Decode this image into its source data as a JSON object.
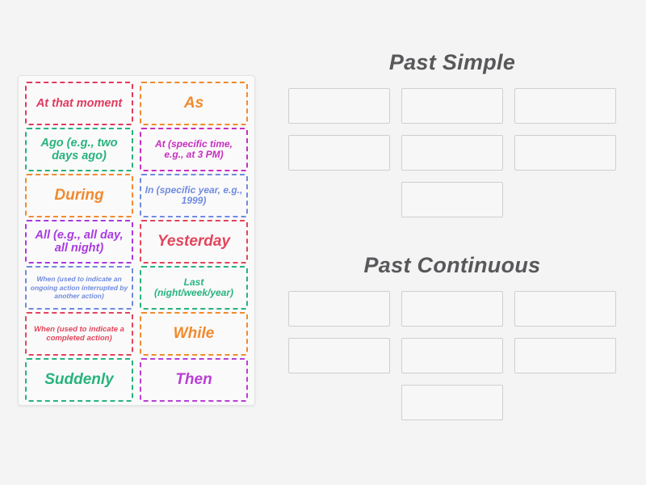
{
  "colors": {
    "page_background": "#f4f4f4",
    "card_background": "#fafafa",
    "heading_text": "#58575a",
    "dropzone_border": "#cfcfcf",
    "dropzone_fill": "#f7f7f7",
    "crimson": "#e03a5f",
    "orange": "#f08a2e",
    "green": "#26b37e",
    "magenta": "#c72fc0",
    "purple": "#a83ae0",
    "blue": "#6f8be0",
    "red": "#e3455c",
    "violet": "#b93fd6"
  },
  "tiles": [
    {
      "text": "At that moment",
      "color": "#e03a5f",
      "size": "size-md"
    },
    {
      "text": "As",
      "color": "#f08a2e",
      "size": "size-lg"
    },
    {
      "text": "Ago (e.g., two days ago)",
      "color": "#26b37e",
      "size": "size-md"
    },
    {
      "text": "At (specific time, e.g., at 3 PM)",
      "color": "#c72fc0",
      "size": "size-sm"
    },
    {
      "text": "During",
      "color": "#f08a2e",
      "size": "size-lg"
    },
    {
      "text": "In (specific year, e.g., 1999)",
      "color": "#6f8be0",
      "size": "size-sm"
    },
    {
      "text": "All (e.g., all day, all night)",
      "color": "#a83ae0",
      "size": "size-md"
    },
    {
      "text": "Yesterday",
      "color": "#e3455c",
      "size": "size-lg"
    },
    {
      "text": "When (used to indicate an ongoing action interrupted by another action)",
      "color": "#6f8be0",
      "size": "size-xs"
    },
    {
      "text": "Last (night/week/year)",
      "color": "#26b37e",
      "size": "size-sm"
    },
    {
      "text": "When (used to indicate a completed action)",
      "color": "#e3455c",
      "size": "size-xxs"
    },
    {
      "text": "While",
      "color": "#f08a2e",
      "size": "size-lg"
    },
    {
      "text": "Suddenly",
      "color": "#26b37e",
      "size": "size-lg"
    },
    {
      "text": "Then",
      "color": "#b93fd6",
      "size": "size-lg"
    }
  ],
  "categories": [
    {
      "title": "Past Simple",
      "dropzone_count": 7,
      "dropzones": [
        "",
        "",
        "",
        "",
        "",
        "",
        ""
      ]
    },
    {
      "title": "Past Continuous",
      "dropzone_count": 7,
      "dropzones": [
        "",
        "",
        "",
        "",
        "",
        "",
        ""
      ]
    }
  ]
}
